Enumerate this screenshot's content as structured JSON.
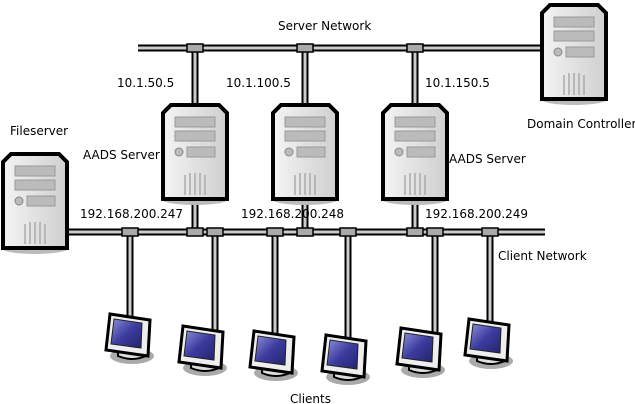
{
  "labels": {
    "server_network": "Server Network",
    "client_network": "Client Network",
    "clients": "Clients",
    "fileserver": "Fileserver",
    "domain_controller": "Domain Controller",
    "aads_server_left": "AADS Server",
    "aads_server_right": "AADS Server"
  },
  "servers": [
    {
      "server_ip": "10.1.50.5",
      "client_ip": "192.168.200.247"
    },
    {
      "server_ip": "10.1.100.5",
      "client_ip": "192.168.200.248"
    },
    {
      "server_ip": "10.1.150.5",
      "client_ip": "192.168.200.249"
    }
  ],
  "colors": {
    "cable": "#c8c8c8",
    "outline": "#000000",
    "screen": "#3a3a8c"
  }
}
